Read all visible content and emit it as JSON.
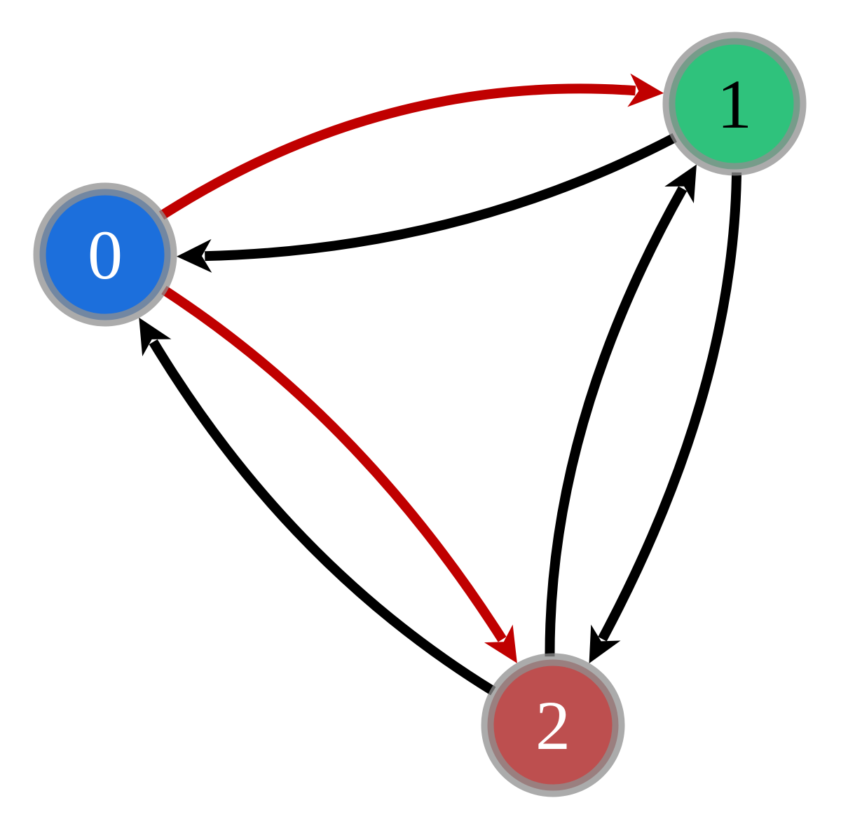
{
  "nodes": [
    {
      "id": "0",
      "label": "0",
      "fill": "#1c6fdc",
      "label_color": "#ffffff"
    },
    {
      "id": "1",
      "label": "1",
      "fill": "#2fc27c",
      "label_color": "#000000"
    },
    {
      "id": "2",
      "label": "2",
      "fill": "#bd4f4f",
      "label_color": "#ffffff"
    }
  ],
  "edges": [
    {
      "from": "0",
      "to": "1",
      "color": "#c00000"
    },
    {
      "from": "1",
      "to": "0",
      "color": "#000000"
    },
    {
      "from": "0",
      "to": "2",
      "color": "#c00000"
    },
    {
      "from": "2",
      "to": "0",
      "color": "#000000"
    },
    {
      "from": "1",
      "to": "2",
      "color": "#000000"
    },
    {
      "from": "2",
      "to": "1",
      "color": "#000000"
    }
  ],
  "node_ring_color": "#8f8f8f"
}
